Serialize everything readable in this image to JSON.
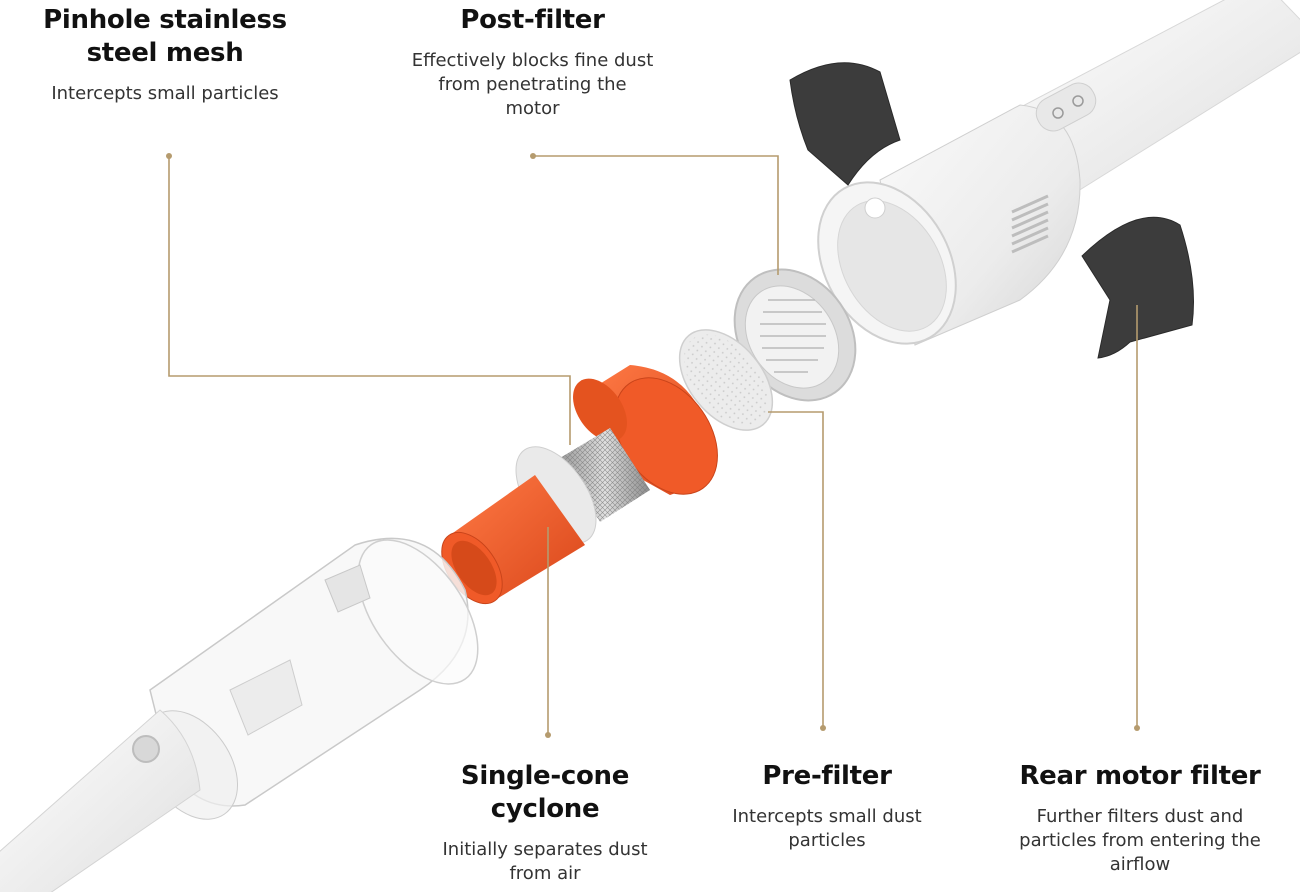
{
  "labels": {
    "pinhole_mesh": {
      "title": "Pinhole stainless steel mesh",
      "description": "Intercepts small particles"
    },
    "post_filter": {
      "title": "Post-filter",
      "description": "Effectively blocks fine dust from penetrating the motor"
    },
    "single_cone_cyclone": {
      "title": "Single-cone cyclone",
      "description": "Initially separates dust from air"
    },
    "pre_filter": {
      "title": "Pre-filter",
      "description": "Intercepts small dust particles"
    },
    "rear_motor_filter": {
      "title": "Rear motor filter",
      "description": "Further filters dust and particles from entering the airflow"
    }
  },
  "colors": {
    "leader_line": "#b59b6e",
    "orange": "#f05a28",
    "foam": "#3c3c3c",
    "body": "#f2f2f2"
  }
}
